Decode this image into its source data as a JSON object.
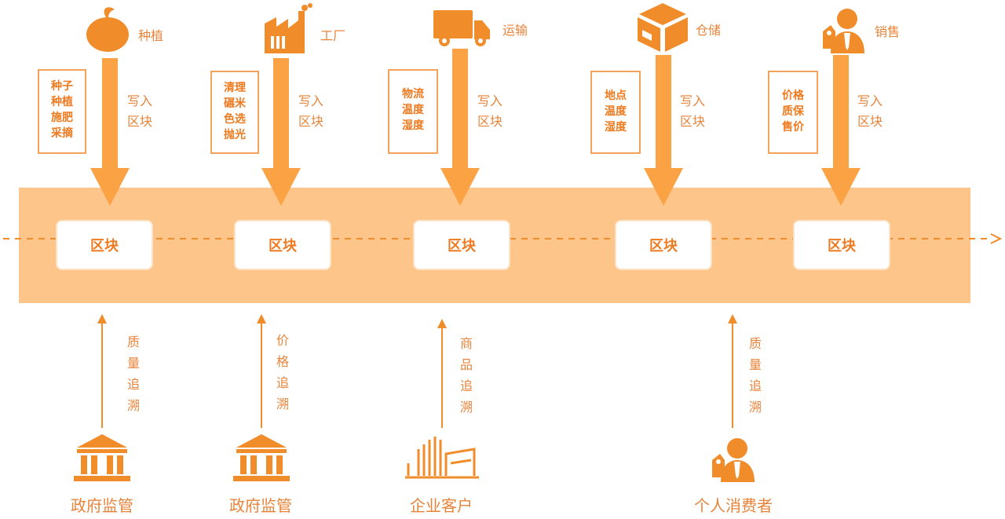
{
  "stages": [
    {
      "label": "种植",
      "note": "种子\n种植\n施肥\n采摘",
      "write": "写入\n区块",
      "icon": "fruit-icon"
    },
    {
      "label": "工厂",
      "note": "清理\n碾米\n色选\n抛光",
      "write": "写入\n区块",
      "icon": "factory-icon"
    },
    {
      "label": "运输",
      "note": "物流\n温度\n湿度",
      "write": "写入\n区块",
      "icon": "truck-icon"
    },
    {
      "label": "仓储",
      "note": "地点\n温度\n湿度",
      "write": "写入\n区块",
      "icon": "box-icon"
    },
    {
      "label": "销售",
      "note": "价格\n质保\n售价",
      "write": "写入\n区块",
      "icon": "salesperson-icon"
    }
  ],
  "block_label": "区块",
  "consumers": [
    {
      "label": "政府监管",
      "trace": "质\n量\n追\n溯",
      "icon": "government-building-icon"
    },
    {
      "label": "政府监管",
      "trace": "价\n格\n追\n溯",
      "icon": "government-building-icon"
    },
    {
      "label": "企业客户",
      "trace": "商\n品\n追\n溯",
      "icon": "enterprise-building-icon"
    },
    {
      "label": "个人消费者",
      "trace": "质\n量\n追\n溯",
      "icon": "person-icon"
    }
  ],
  "colors": {
    "accent": "#f08c2a",
    "arrow": "#fba245",
    "band": "#fdc58a"
  }
}
